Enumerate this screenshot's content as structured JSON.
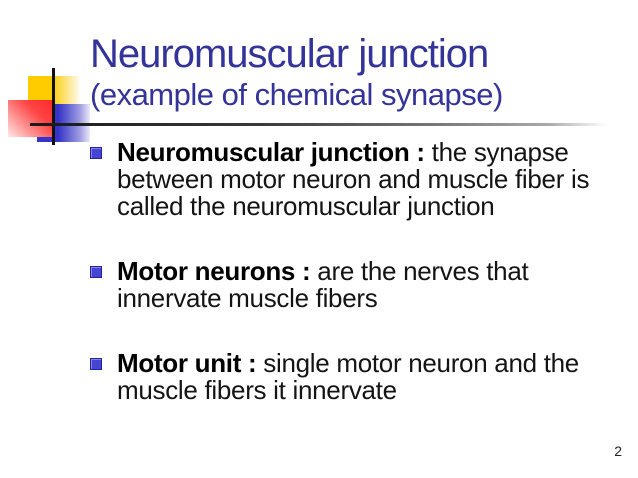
{
  "slide": {
    "title": "Neuromuscular junction",
    "subtitle": "(example of chemical synapse)",
    "page_number": "2",
    "bullets": [
      {
        "bold": "Neuromuscular junction :",
        "text": " the synapse between motor neuron and muscle fiber is called the neuromuscular junction"
      },
      {
        "bold": "Motor neurons :",
        "text": " are the nerves that innervate muscle fibers"
      },
      {
        "bold": "Motor unit :",
        "text": " single motor neuron and the muscle fibers it innervate"
      }
    ],
    "colors": {
      "title_text": "#333399",
      "body_text": "#141414",
      "bullet_marker": "#4545d2",
      "accent_yellow": "#ffcc00",
      "accent_red": "#ff2a2a",
      "accent_blue": "#3533c8",
      "underline": "#1a1a1a"
    }
  }
}
